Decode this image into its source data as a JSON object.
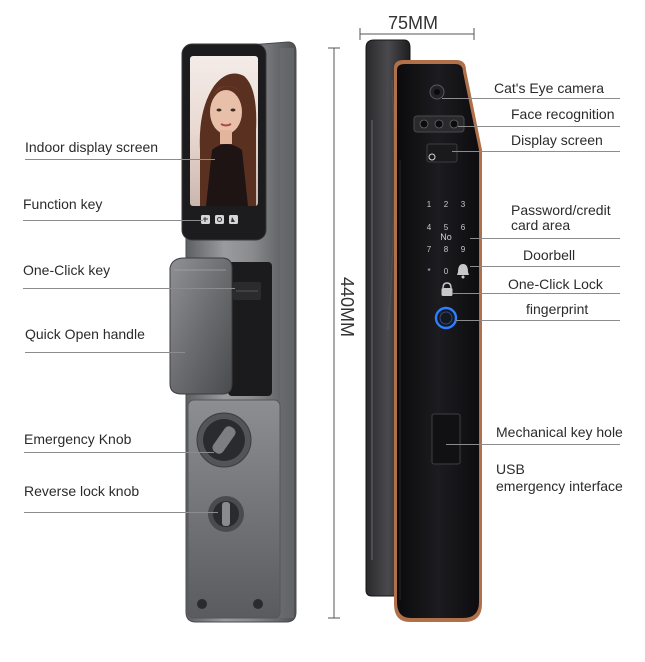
{
  "dimensions": {
    "width_label": "75MM",
    "height_label": "440MM"
  },
  "left_labels": [
    "Indoor display screen",
    "Function key",
    "One-Click key",
    "Quick Open handle",
    "Emergency Knob",
    "Reverse lock knob"
  ],
  "right_labels": [
    "Cat's Eye camera",
    "Face recognition",
    "Display screen",
    "Password/credit",
    "card area",
    "Doorbell",
    "One-Click Lock",
    "fingerprint",
    "Mechanical key hole",
    "USB",
    "emergency interface"
  ],
  "keypad": {
    "keys": [
      "1",
      "2",
      "3",
      "4",
      "5",
      "6",
      "7",
      "8",
      "9",
      "*",
      "0",
      "#"
    ],
    "mark": "No"
  },
  "colors": {
    "lock_body": "#7a7a7c",
    "front_panel": "#141416",
    "copper_trim": "#b0704a",
    "fingerprint_ring": "#2f7fff",
    "label_line": "#8c8c8c"
  },
  "icons": {
    "doorbell": "bell-icon",
    "one_click_lock": "padlock-icon",
    "fingerprint": "fingerprint-sensor-icon"
  }
}
